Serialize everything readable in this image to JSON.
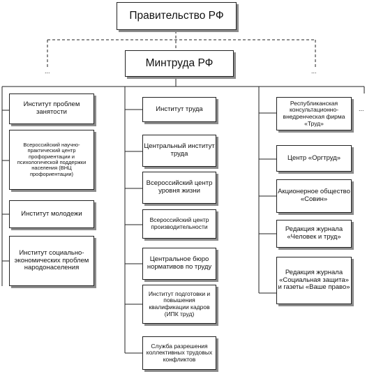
{
  "top": {
    "title": "Правительство РФ"
  },
  "ministry": {
    "title": "Минтруда РФ"
  },
  "ellipsis": "...",
  "left_column": [
    "Институт проблем занятости",
    "Всероссийский научно-практический центр профориентации и психологической поддержки населения (ВНЦ профориентации)",
    "Институт молодежи",
    "Институт социально-экономических проблем народонаселения"
  ],
  "center_column": [
    "Институт труда",
    "Центральный институт труда",
    "Всероссийский центр уровня жизни",
    "Всероссийский центр производительности",
    "Центральное бюро нормативов по труду",
    "Институт подготовки и повышения квалификации кадров (ИПК труд)",
    "Служба разрешения коллективных трудовых конфликтов"
  ],
  "right_column": [
    "Республиканская консультационно-внедренческая фирма «Труд»",
    "Центр «Оргтруд»",
    "Акционерное общество «Совин»",
    "Редакция журнала «Человек и труд»",
    "Редакция журнала «Социальная защита» и газеты «Ваше право»"
  ]
}
